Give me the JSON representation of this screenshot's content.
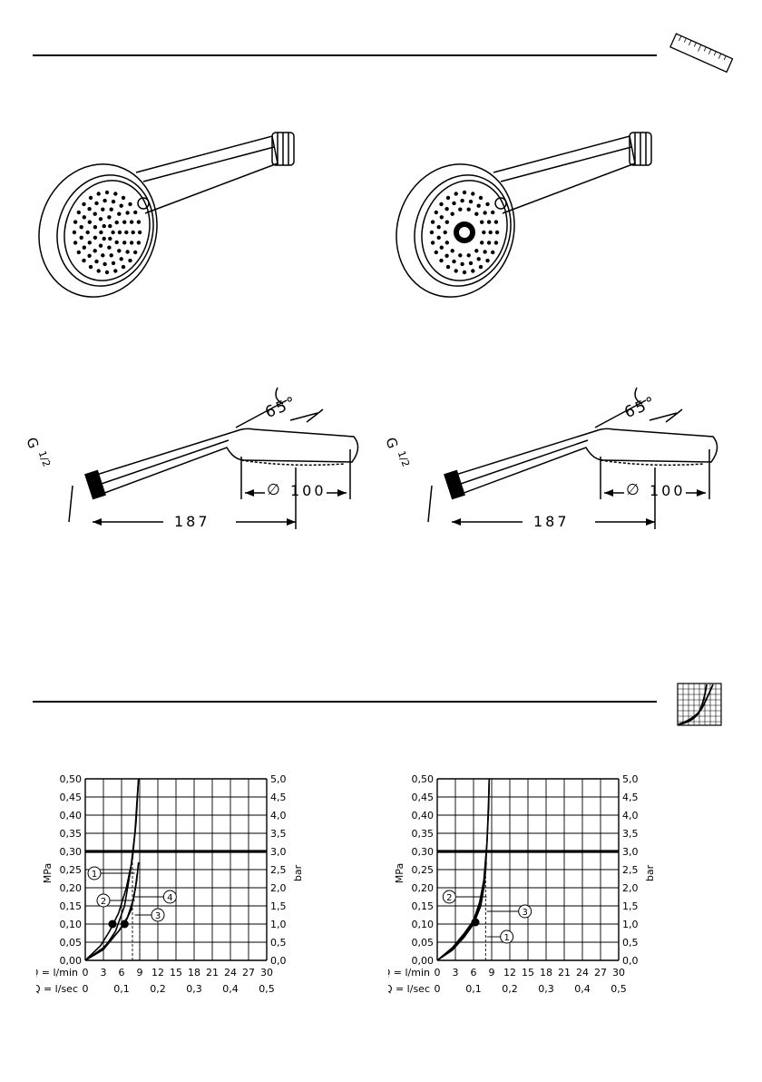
{
  "dimensions": {
    "diameter_symbol": "∅",
    "diameter_value": "100",
    "length_value": "187",
    "angle_value": "65°",
    "thread_letter": "G",
    "thread_size": "1/2"
  },
  "icons": {
    "top_right": "ruler-icon",
    "bottom_right": "flow-diagram-icon"
  },
  "axis": {
    "left_unit": "MPa",
    "right_unit": "bar",
    "row_lmin_label": "Q = l/min",
    "row_lsec_label": "Q = l/sec"
  },
  "chart_data": [
    {
      "type": "line",
      "title": "",
      "x": [
        0,
        3,
        6,
        9,
        12,
        15,
        18,
        21,
        24,
        27,
        30
      ],
      "x_secondary": [
        "0",
        "",
        "0,1",
        "",
        "0,2",
        "",
        "0,3",
        "",
        "0,4",
        "",
        "0,5"
      ],
      "y_ticks": [
        "0,00",
        "0,05",
        "0,10",
        "0,15",
        "0,20",
        "0,25",
        "0,30",
        "0,35",
        "0,40",
        "0,45",
        "0,50"
      ],
      "y2_ticks": [
        "0,0",
        "0,5",
        "1,0",
        "1,5",
        "2,0",
        "2,5",
        "3,0",
        "3,5",
        "4,0",
        "4,5",
        "5,0"
      ],
      "xlim": [
        0,
        30
      ],
      "ylim": [
        0,
        0.5
      ],
      "reference_line": 0.3,
      "series": [
        {
          "name": "1",
          "points": [
            [
              0,
              0
            ],
            [
              3,
              0.03
            ],
            [
              5,
              0.08
            ],
            [
              6.5,
              0.15
            ],
            [
              7.5,
              0.25
            ],
            [
              8.2,
              0.35
            ],
            [
              8.6,
              0.45
            ],
            [
              8.8,
              0.5
            ]
          ]
        },
        {
          "name": "2",
          "points": [
            [
              0,
              0
            ],
            [
              2.5,
              0.04
            ],
            [
              4,
              0.08
            ],
            [
              5.5,
              0.13
            ],
            [
              6.8,
              0.2
            ],
            [
              7.8,
              0.28
            ],
            [
              8.4,
              0.38
            ],
            [
              8.8,
              0.5
            ]
          ]
        },
        {
          "name": "3",
          "points": [
            [
              0,
              0
            ],
            [
              3,
              0.03
            ],
            [
              5,
              0.07
            ],
            [
              6.5,
              0.1
            ],
            [
              7.6,
              0.14
            ],
            [
              8.3,
              0.2
            ],
            [
              8.6,
              0.24
            ]
          ]
        },
        {
          "name": "4",
          "points": [
            [
              0,
              0
            ],
            [
              3,
              0.035
            ],
            [
              5.5,
              0.08
            ],
            [
              7,
              0.12
            ],
            [
              8,
              0.17
            ],
            [
              8.5,
              0.22
            ],
            [
              8.8,
              0.27
            ]
          ]
        }
      ],
      "markers": [
        [
          4.5,
          0.1
        ],
        [
          6.5,
          0.1
        ]
      ],
      "callouts": [
        {
          "label": "1",
          "at": [
            1.5,
            0.24
          ]
        },
        {
          "label": "2",
          "at": [
            3,
            0.165
          ]
        },
        {
          "label": "4",
          "at": [
            14,
            0.175
          ]
        },
        {
          "label": "3",
          "at": [
            12,
            0.125
          ]
        }
      ],
      "dashed_x": [
        7.8,
        9
      ]
    },
    {
      "type": "line",
      "title": "",
      "x": [
        0,
        3,
        6,
        9,
        12,
        15,
        18,
        21,
        24,
        27,
        30
      ],
      "x_secondary": [
        "0",
        "",
        "0,1",
        "",
        "0,2",
        "",
        "0,3",
        "",
        "0,4",
        "",
        "0,5"
      ],
      "y_ticks": [
        "0,00",
        "0,05",
        "0,10",
        "0,15",
        "0,20",
        "0,25",
        "0,30",
        "0,35",
        "0,40",
        "0,45",
        "0,50"
      ],
      "y2_ticks": [
        "0,0",
        "0,5",
        "1,0",
        "1,5",
        "2,0",
        "2,5",
        "3,0",
        "3,5",
        "4,0",
        "4,5",
        "5,0"
      ],
      "xlim": [
        0,
        30
      ],
      "ylim": [
        0,
        0.5
      ],
      "reference_line": 0.3,
      "series": [
        {
          "name": "1",
          "points": [
            [
              0,
              0
            ],
            [
              2.5,
              0.03
            ],
            [
              4.5,
              0.07
            ],
            [
              5.8,
              0.1
            ],
            [
              6.8,
              0.14
            ],
            [
              7.6,
              0.2
            ],
            [
              8,
              0.25
            ],
            [
              8.3,
              0.35
            ],
            [
              8.5,
              0.45
            ],
            [
              8.6,
              0.5
            ]
          ]
        },
        {
          "name": "2",
          "points": [
            [
              0,
              0
            ],
            [
              2.5,
              0.035
            ],
            [
              4.5,
              0.075
            ],
            [
              6,
              0.11
            ],
            [
              7,
              0.16
            ],
            [
              7.7,
              0.22
            ],
            [
              8.2,
              0.32
            ],
            [
              8.5,
              0.42
            ],
            [
              8.6,
              0.5
            ]
          ]
        },
        {
          "name": "3",
          "points": [
            [
              0,
              0
            ],
            [
              2.5,
              0.028
            ],
            [
              4.5,
              0.065
            ],
            [
              6,
              0.1
            ],
            [
              7.2,
              0.15
            ],
            [
              7.8,
              0.21
            ],
            [
              8.1,
              0.27
            ]
          ]
        }
      ],
      "markers": [
        [
          6.3,
          0.105
        ]
      ],
      "callouts": [
        {
          "label": "2",
          "at": [
            2,
            0.175
          ]
        },
        {
          "label": "3",
          "at": [
            14.5,
            0.135
          ]
        },
        {
          "label": "1",
          "at": [
            11.5,
            0.065
          ]
        }
      ],
      "dashed_x": [
        8
      ]
    }
  ]
}
